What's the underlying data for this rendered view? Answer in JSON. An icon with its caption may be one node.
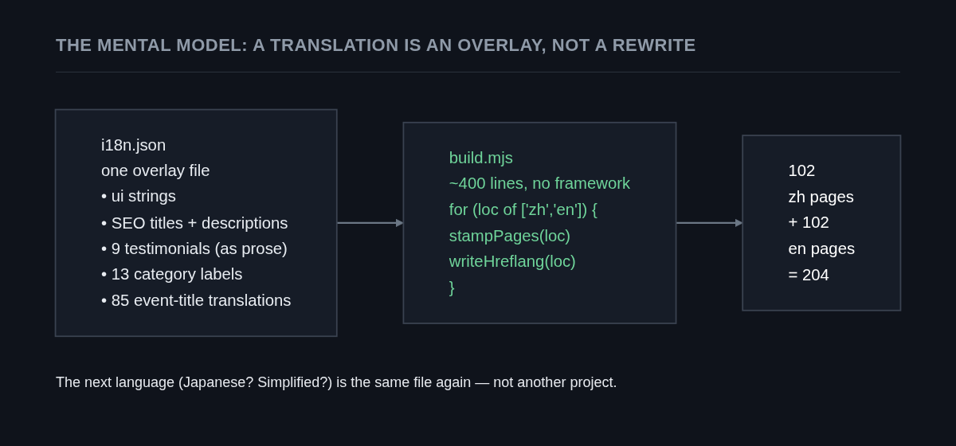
{
  "diagram": {
    "title": "THE MENTAL MODEL:  A TRANSLATION IS AN OVERLAY, NOT A REWRITE",
    "caption": "The next language (Japanese? Simplified?) is the same file again — not another project.",
    "nodes": [
      {
        "text": [
          "i18n.json",
          "one overlay file",
          "• ui strings",
          "• SEO titles + descriptions",
          "• 9 testimonials (as prose)",
          "• 13 category labels",
          "• 85 event-title translations"
        ]
      },
      {
        "text": [
          "build.mjs",
          "~400 lines, no framework",
          "for (loc of ['zh','en']) {",
          "stampPages(loc)",
          "writeHreflang(loc)",
          "}"
        ]
      },
      {
        "text": [
          "102",
          "zh pages",
          "+ 102",
          "en pages",
          "= 204"
        ]
      }
    ],
    "edges": [
      {
        "from": 0,
        "to": 1,
        "arrow": "to"
      },
      {
        "from": 1,
        "to": 2,
        "arrow": "to"
      }
    ]
  }
}
